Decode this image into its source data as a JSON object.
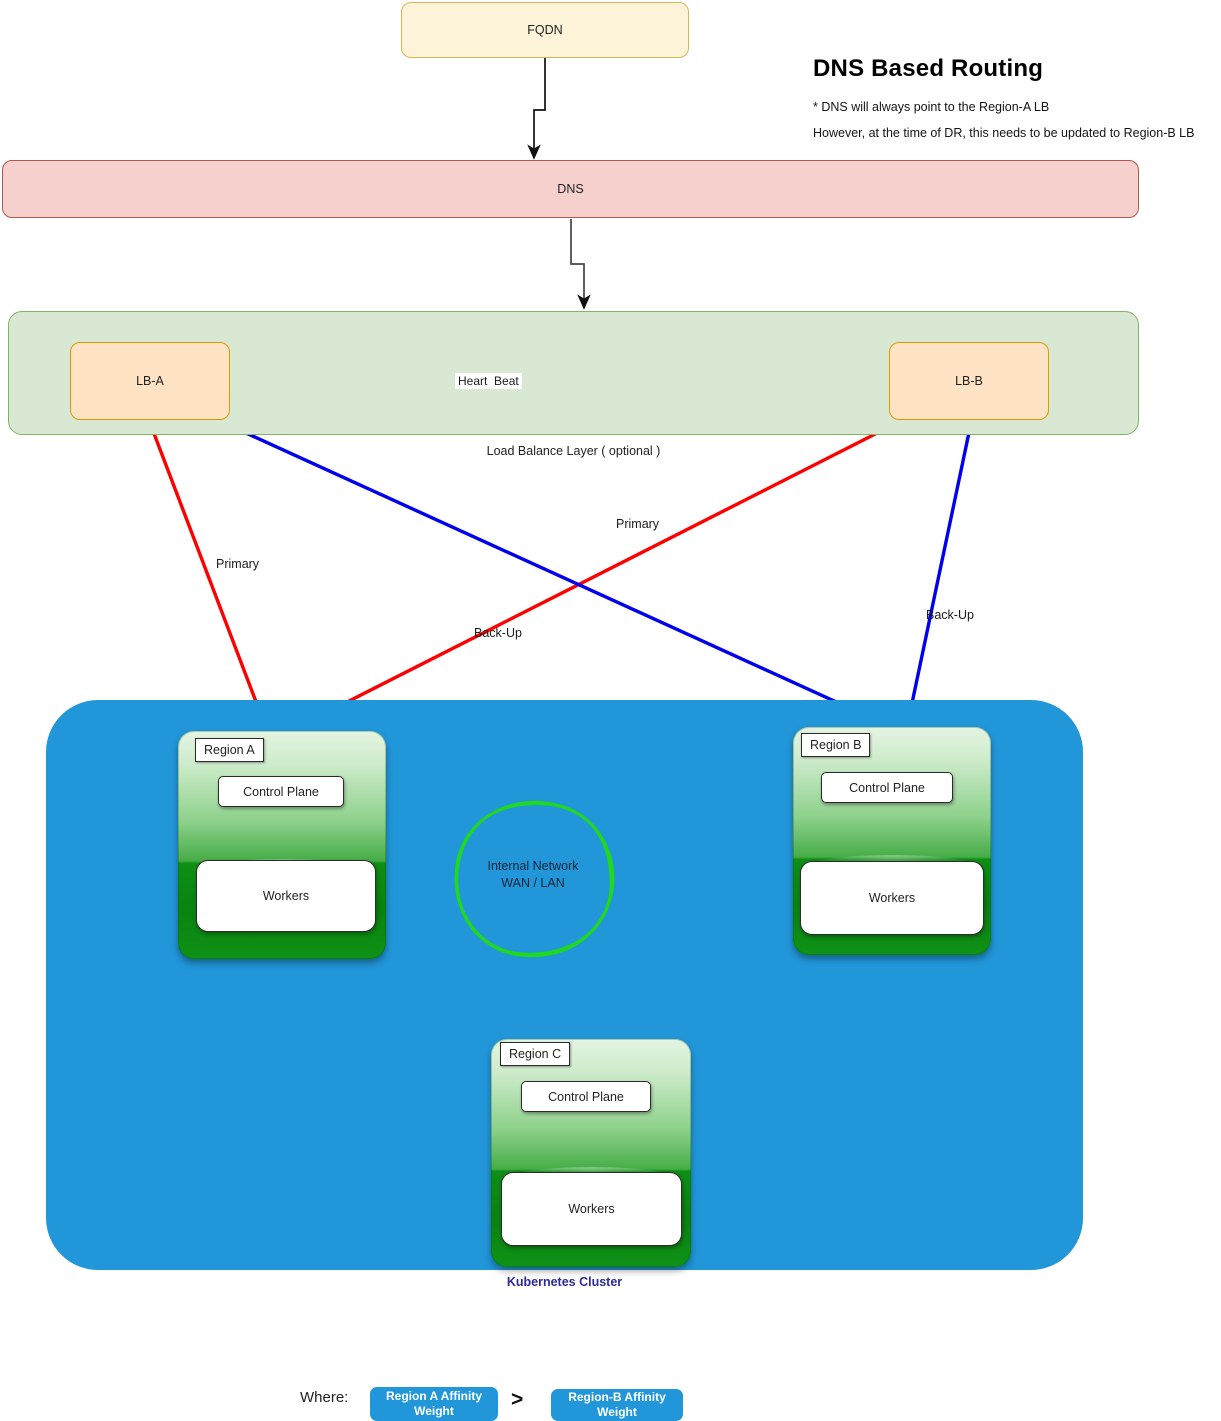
{
  "header": {
    "title": "DNS Based Routing",
    "note_1": "* DNS will always point to the Region-A  LB",
    "note_2": "However, at the time of DR, this needs to be updated to Region-B LB"
  },
  "nodes": {
    "fqdn": "FQDN",
    "dns": "DNS",
    "lb_a": "LB-A",
    "lb_b": "LB-B",
    "lb_layer_label": "Load Balance Layer ( optional )",
    "cluster_label": "Kubernetes Cluster",
    "internal_network": "Internal Network\nWAN / LAN"
  },
  "regions": [
    {
      "tag": "Region A",
      "control_plane": "Control Plane",
      "workers": "Workers"
    },
    {
      "tag": "Region B",
      "control_plane": "Control Plane",
      "workers": "Workers"
    },
    {
      "tag": "Region C",
      "control_plane": "Control Plane",
      "workers": "Workers"
    }
  ],
  "edges": {
    "heart_beat": "Heart  Beat",
    "primary_a": "Primary",
    "primary_b": "Primary",
    "backup_a": "Back-Up",
    "backup_b": "Back-Up"
  },
  "legend": {
    "where": "Where:",
    "region_a_weight": "Region A Affinity\nWeight",
    "operator": ">",
    "region_b_weight": "Region-B  Affinity\nWeight"
  },
  "colors": {
    "fqdn_fill": "#fdf3d8",
    "fqdn_stroke": "#d6b656",
    "dns_fill": "#f5d0cd",
    "dns_stroke": "#b85450",
    "lb_layer_fill": "#d9e8d2",
    "lb_layer_stroke": "#82b366",
    "lb_fill": "#fde2c4",
    "lb_stroke": "#d79b00",
    "cluster_fill": "#2196d9",
    "region_green": "#0e8f16",
    "primary_edge": "#ff0000",
    "backup_edge": "#0000ee",
    "network_circle": "#21d821",
    "cluster_label_text": "#2b2b9e",
    "pill_fill": "#2196d9"
  }
}
